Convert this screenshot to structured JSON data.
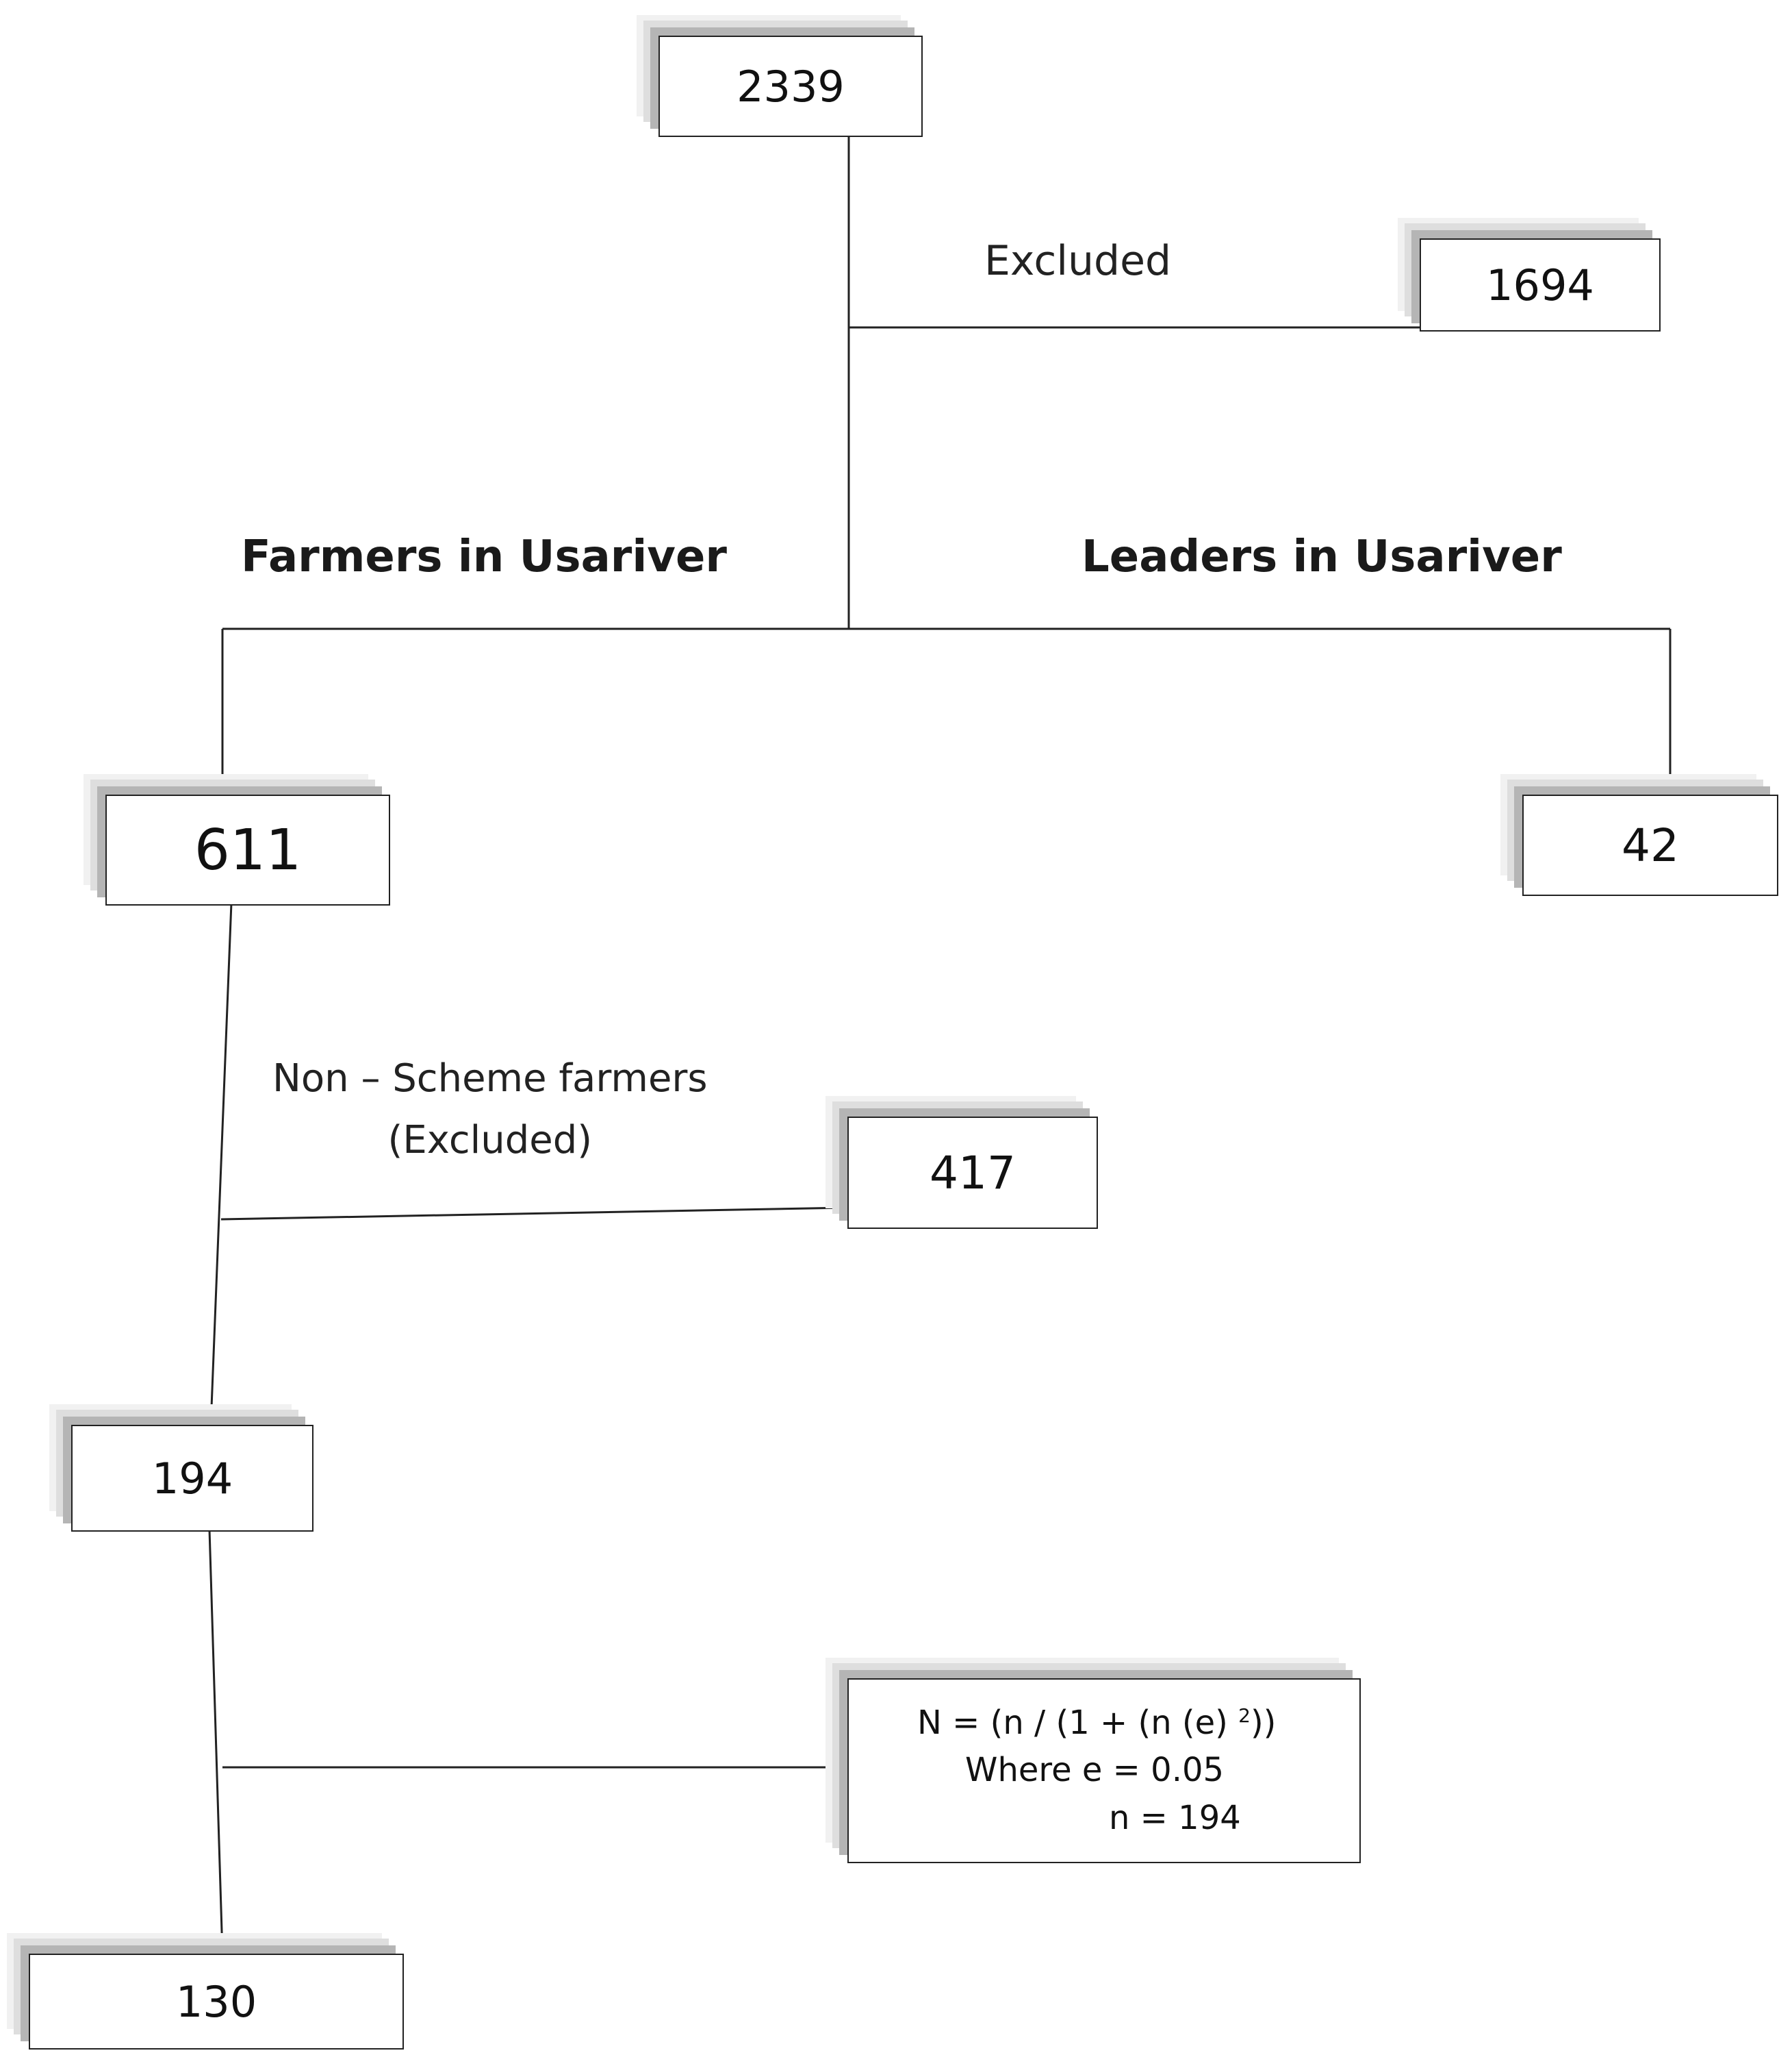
{
  "flowchart": {
    "total": "2339",
    "excluded_label": "Excluded",
    "excluded_count": "1694",
    "farmers_branch_label": "Farmers in Usariver",
    "leaders_branch_label": "Leaders in Usariver",
    "farmers_count": "611",
    "leaders_count": "42",
    "non_scheme_label_line1": "Non – Scheme farmers",
    "non_scheme_label_line2": "(Excluded)",
    "non_scheme_count": "417",
    "scheme_farmers_count": "194",
    "formula": {
      "line1_main": "N = (n / (1 + (n (e) ",
      "line1_sup": "2",
      "line1_end": "))",
      "line2": "Where e = 0.05",
      "line3": "n = 194"
    },
    "sample_count": "130"
  }
}
